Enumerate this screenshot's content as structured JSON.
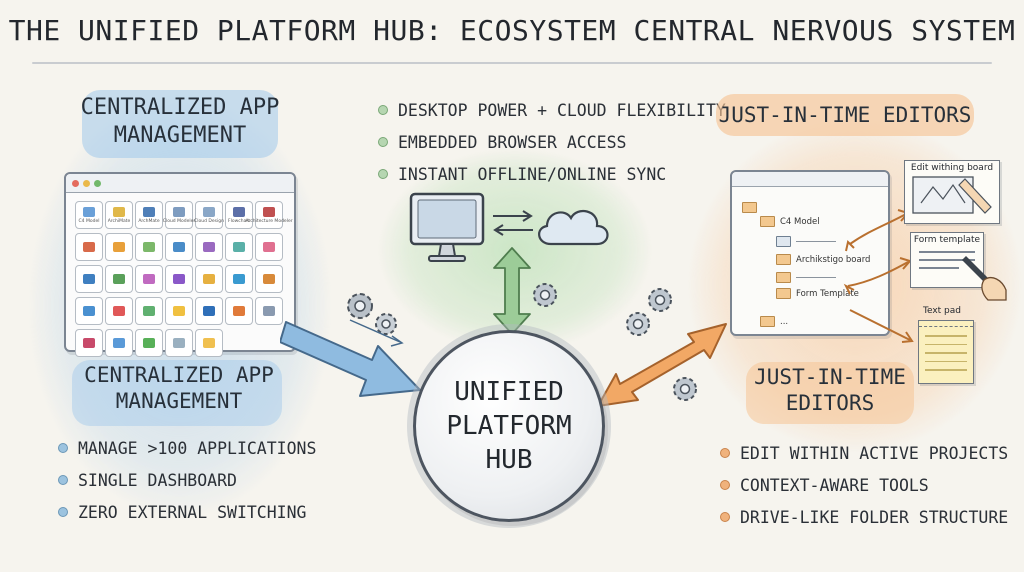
{
  "title": "THE UNIFIED PLATFORM HUB: ECOSYSTEM CENTRAL NERVOUS SYSTEM",
  "left": {
    "heading_top": "CENTRALIZED APP MANAGEMENT",
    "heading_bottom": "CENTRALIZED APP MANAGEMENT",
    "bullets": [
      "MANAGE >100 APPLICATIONS",
      "SINGLE DASHBOARD",
      "ZERO EXTERNAL SWITCHING"
    ],
    "apps": [
      {
        "label": "C4 Model",
        "color": "#6aa0d8"
      },
      {
        "label": "ArchiMate",
        "color": "#e0b84a"
      },
      {
        "label": "ArchMate",
        "color": "#4f7fb8"
      },
      {
        "label": "Cloud Modeler",
        "color": "#7e9cc0"
      },
      {
        "label": "Cloud Design",
        "color": "#8aa7c7"
      },
      {
        "label": "Flowchart",
        "color": "#5c6fa8"
      },
      {
        "label": "Architecture Modeler",
        "color": "#c05050"
      },
      {
        "label": "",
        "color": "#d86a4a"
      },
      {
        "label": "",
        "color": "#e8a03a"
      },
      {
        "label": "",
        "color": "#7cb86a"
      },
      {
        "label": "",
        "color": "#4a8cc8"
      },
      {
        "label": "",
        "color": "#9a6ac0"
      },
      {
        "label": "",
        "color": "#5ab0a8"
      },
      {
        "label": "",
        "color": "#e07090"
      },
      {
        "label": "",
        "color": "#3f7fc0"
      },
      {
        "label": "",
        "color": "#5aa05a"
      },
      {
        "label": "",
        "color": "#c06ac0"
      },
      {
        "label": "",
        "color": "#8a58c8"
      },
      {
        "label": "",
        "color": "#e6b040"
      },
      {
        "label": "",
        "color": "#3a9ad0"
      },
      {
        "label": "",
        "color": "#d88a3a"
      },
      {
        "label": "",
        "color": "#4a90d0"
      },
      {
        "label": "",
        "color": "#e05858"
      },
      {
        "label": "",
        "color": "#60b070"
      },
      {
        "label": "",
        "color": "#f0c040"
      },
      {
        "label": "",
        "color": "#2f6fb8"
      },
      {
        "label": "",
        "color": "#e07a3a"
      },
      {
        "label": "",
        "color": "#8a9ab0"
      },
      {
        "label": "",
        "color": "#c84a6a"
      },
      {
        "label": "",
        "color": "#5a9ad8"
      },
      {
        "label": "",
        "color": "#58b058"
      },
      {
        "label": "",
        "color": "#9ab0c0"
      },
      {
        "label": "",
        "color": "#f0c050"
      }
    ]
  },
  "center": {
    "bullets": [
      "DESKTOP POWER + CLOUD FLEXIBILITY",
      "EMBEDDED BROWSER ACCESS",
      "INSTANT OFFLINE/ONLINE SYNC"
    ],
    "hub_label": "UNIFIED PLATFORM HUB"
  },
  "right": {
    "heading_top": "JUST-IN-TIME EDITORS",
    "heading_bottom": "JUST-IN-TIME EDITORS",
    "bullets": [
      "EDIT WITHIN ACTIVE PROJECTS",
      "CONTEXT-AWARE TOOLS",
      "DRIVE-LIKE FOLDER STRUCTURE"
    ],
    "tree": {
      "c4": "C4 Model",
      "arch": "Archikstigo board",
      "form": "Form Template",
      "more": "..."
    },
    "cards": {
      "board": "Edit withing board",
      "form": "Form template",
      "pad": "Text pad"
    }
  },
  "colors": {
    "blue_accent": "#8fbbe0",
    "green_accent": "#9ccc98",
    "orange_accent": "#f2a865"
  }
}
